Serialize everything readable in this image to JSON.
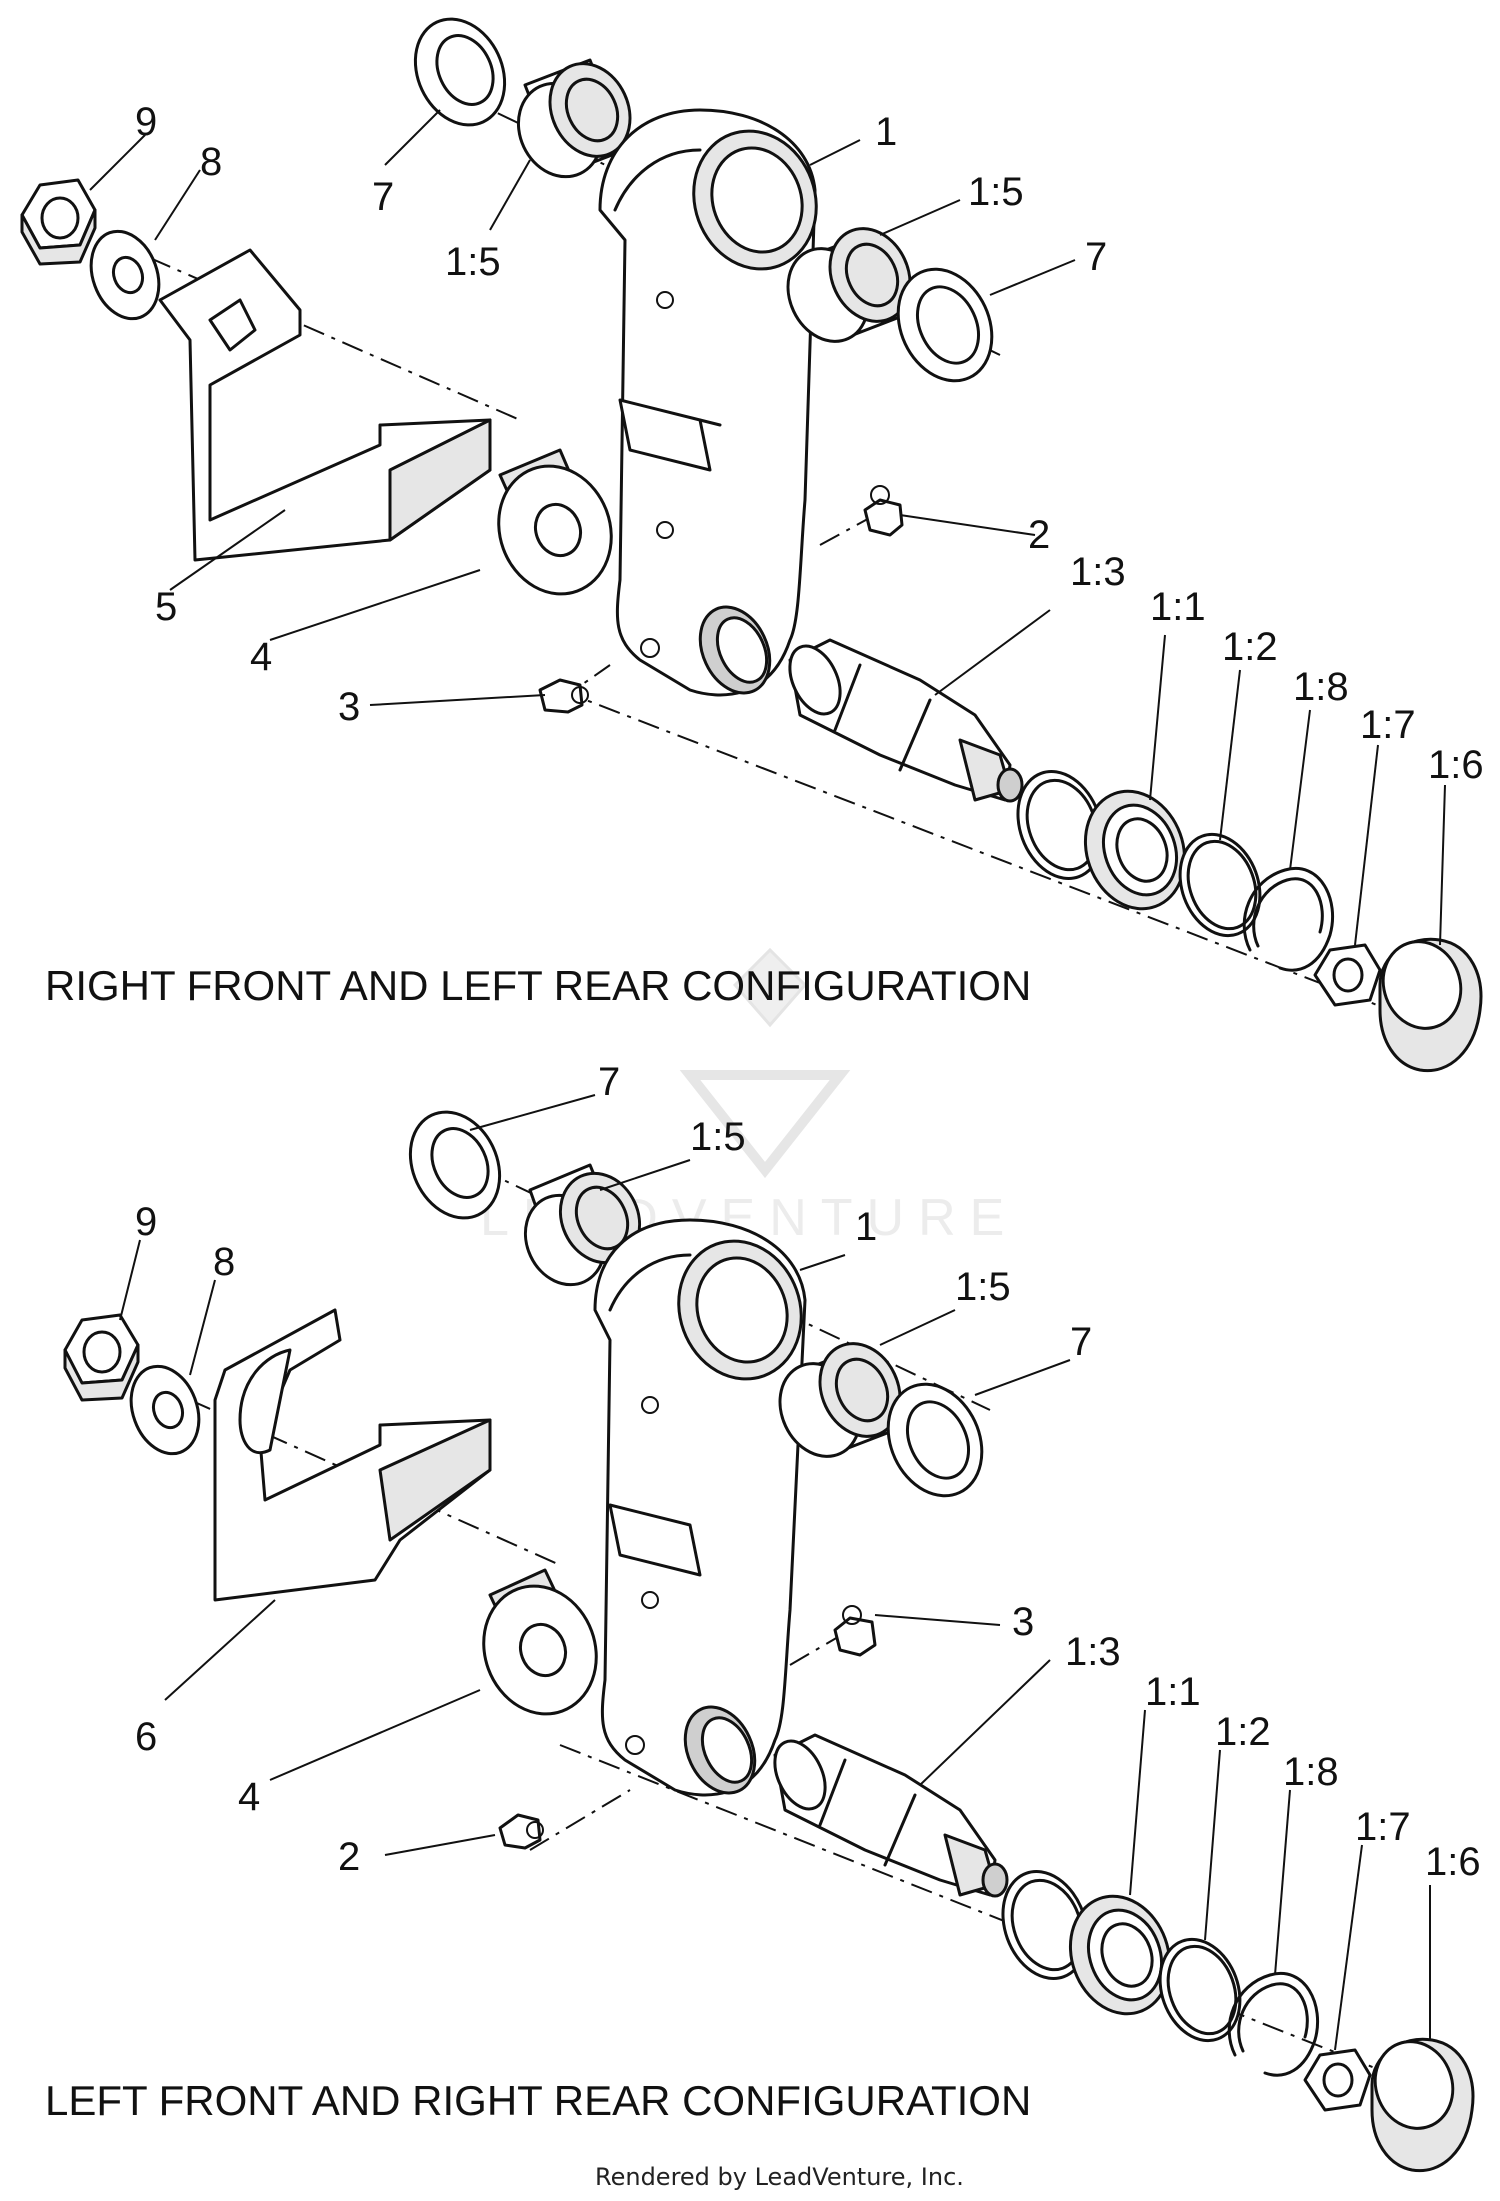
{
  "top_config": {
    "caption": "RIGHT FRONT AND LEFT REAR CONFIGURATION",
    "callouts": {
      "c9": "9",
      "c8": "8",
      "c7a": "7",
      "c15a": "1:5",
      "c1": "1",
      "c15b": "1:5",
      "c7b": "7",
      "c2": "2",
      "c5": "5",
      "c4": "4",
      "c3": "3",
      "c13": "1:3",
      "c11": "1:1",
      "c12": "1:2",
      "c18": "1:8",
      "c17": "1:7",
      "c16": "1:6"
    }
  },
  "bottom_config": {
    "caption": "LEFT FRONT AND RIGHT REAR CONFIGURATION",
    "callouts": {
      "c7a": "7",
      "c15a": "1:5",
      "c9": "9",
      "c8": "8",
      "c1": "1",
      "c15b": "1:5",
      "c7b": "7",
      "c3": "3",
      "c6": "6",
      "c13": "1:3",
      "c11": "1:1",
      "c4": "4",
      "c12": "1:2",
      "c18": "1:8",
      "c2": "2",
      "c17": "1:7",
      "c16": "1:6"
    }
  },
  "watermark": {
    "text": "LEADVENTURE"
  },
  "footer": {
    "credit": "Rendered by LeadVenture, Inc."
  }
}
